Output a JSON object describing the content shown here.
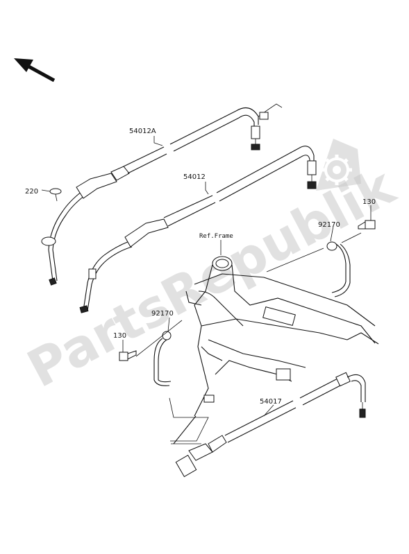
{
  "labels": {
    "throttle_cable_a": "54012A",
    "throttle_cable": "54012",
    "choke_cable": "54017",
    "screw_220": "220",
    "bolt_right": "130",
    "bolt_left": "130",
    "clamp_right": "92170",
    "clamp_left": "92170",
    "ref_frame": "Ref.Frame"
  },
  "watermark": {
    "text": "PartsRepublik",
    "color": "#c9c9c9"
  },
  "icons": {
    "direction": "front-arrow-icon",
    "logo": "gear-icon"
  }
}
